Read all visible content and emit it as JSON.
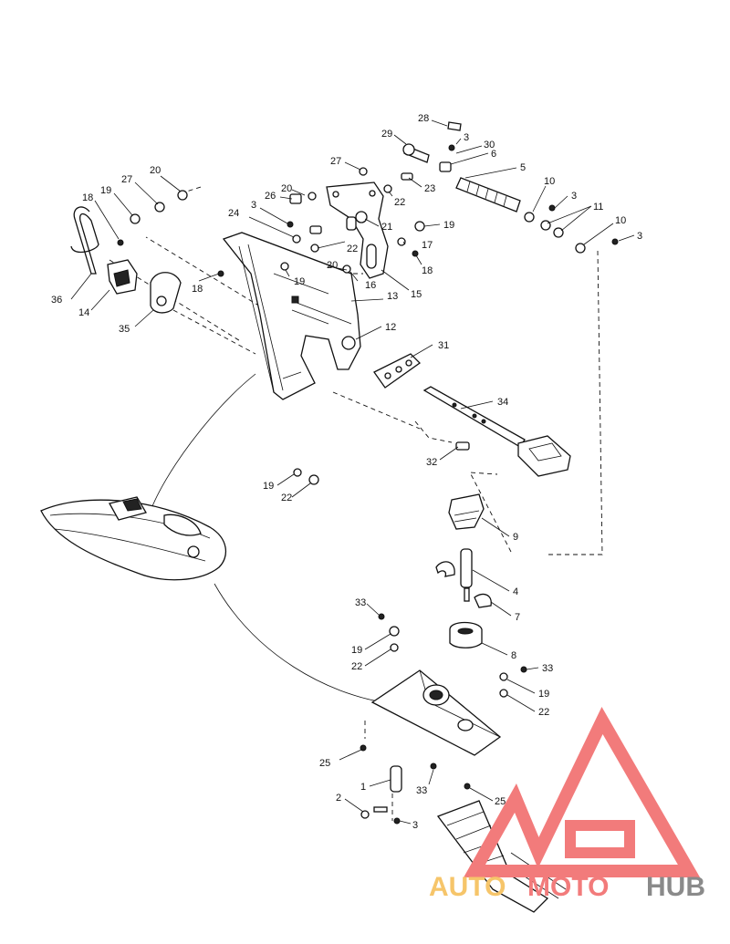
{
  "labels": {
    "l28": "28",
    "l29": "29",
    "l3a": "3",
    "l30": "30",
    "l6": "6",
    "l27a": "27",
    "l5": "5",
    "l23": "23",
    "l22a": "22",
    "l10a": "10",
    "l3b": "3",
    "l20a": "20",
    "l26": "26",
    "l3c": "3",
    "l24": "24",
    "l22b": "22",
    "l21": "21",
    "l19a": "19",
    "l17": "17",
    "l11": "11",
    "l10b": "10",
    "l3d": "3",
    "l18a": "18",
    "l19b": "19",
    "l27b": "27",
    "l20b": "20",
    "l18b": "18",
    "l20c": "20",
    "l16": "16",
    "l15": "15",
    "l19c": "19",
    "l13": "13",
    "l18c": "18",
    "l36": "36",
    "l14": "14",
    "l35": "35",
    "l12": "12",
    "l31": "31",
    "l34": "34",
    "l32": "32",
    "l19d": "19",
    "l22c": "22",
    "l9": "9",
    "l4": "4",
    "l7": "7",
    "l33a": "33",
    "l19e": "19",
    "l22d": "22",
    "l8": "8",
    "l33b": "33",
    "l19f": "19",
    "l22e": "22",
    "l25a": "25",
    "l1": "1",
    "l33c": "33",
    "l2": "2",
    "l3e": "3",
    "l25b": "25"
  },
  "watermark": {
    "part_auto": "AUTO",
    "part_moto": "MOTO",
    "part_hub": "HUB",
    "color_red": "#f27b7b",
    "color_orange": "#f6c56a",
    "color_gray": "#8a8a8a"
  }
}
